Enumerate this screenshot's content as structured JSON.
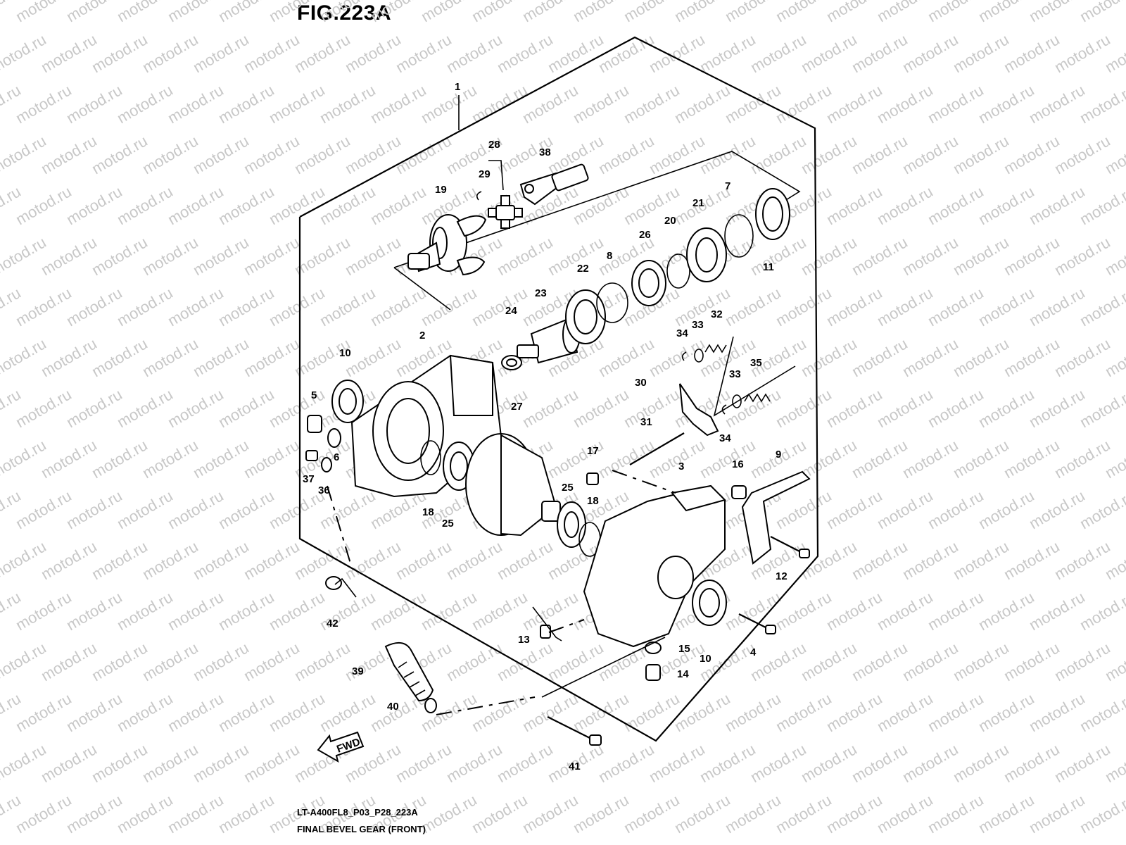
{
  "figure": {
    "title": "FIG.223A"
  },
  "watermark": {
    "text": "motod.ru"
  },
  "footer": {
    "code": "LT-A400FL8_P03_P28_223A",
    "name": "FINAL BEVEL GEAR (FRONT)"
  },
  "fwd_badge": {
    "text": "FWD",
    "icon": "arrow-left-icon"
  },
  "callouts": [
    {
      "id": "c1",
      "text": "1"
    },
    {
      "id": "c28",
      "text": "28"
    },
    {
      "id": "c38",
      "text": "38"
    },
    {
      "id": "c29",
      "text": "29"
    },
    {
      "id": "c19",
      "text": "19"
    },
    {
      "id": "c21",
      "text": "21"
    },
    {
      "id": "c7",
      "text": "7"
    },
    {
      "id": "c20",
      "text": "20"
    },
    {
      "id": "c26",
      "text": "26"
    },
    {
      "id": "c8",
      "text": "8"
    },
    {
      "id": "c22",
      "text": "22"
    },
    {
      "id": "c11",
      "text": "11"
    },
    {
      "id": "c23",
      "text": "23"
    },
    {
      "id": "c24",
      "text": "24"
    },
    {
      "id": "c2",
      "text": "2"
    },
    {
      "id": "c10a",
      "text": "10"
    },
    {
      "id": "c5",
      "text": "5"
    },
    {
      "id": "c6",
      "text": "6"
    },
    {
      "id": "c37",
      "text": "37"
    },
    {
      "id": "c36",
      "text": "36"
    },
    {
      "id": "c27",
      "text": "27"
    },
    {
      "id": "c18a",
      "text": "18"
    },
    {
      "id": "c25a",
      "text": "25"
    },
    {
      "id": "c34a",
      "text": "34"
    },
    {
      "id": "c33a",
      "text": "33"
    },
    {
      "id": "c32",
      "text": "32"
    },
    {
      "id": "c30",
      "text": "30"
    },
    {
      "id": "c33b",
      "text": "33"
    },
    {
      "id": "c35",
      "text": "35"
    },
    {
      "id": "c34b",
      "text": "34"
    },
    {
      "id": "c31",
      "text": "31"
    },
    {
      "id": "c17",
      "text": "17"
    },
    {
      "id": "c3",
      "text": "3"
    },
    {
      "id": "c9",
      "text": "9"
    },
    {
      "id": "c16",
      "text": "16"
    },
    {
      "id": "c25b",
      "text": "25"
    },
    {
      "id": "c18b",
      "text": "18"
    },
    {
      "id": "c12",
      "text": "12"
    },
    {
      "id": "c42",
      "text": "42"
    },
    {
      "id": "c13",
      "text": "13"
    },
    {
      "id": "c15",
      "text": "15"
    },
    {
      "id": "c10b",
      "text": "10"
    },
    {
      "id": "c4",
      "text": "4"
    },
    {
      "id": "c14",
      "text": "14"
    },
    {
      "id": "c39",
      "text": "39"
    },
    {
      "id": "c40",
      "text": "40"
    },
    {
      "id": "c41",
      "text": "41"
    }
  ]
}
